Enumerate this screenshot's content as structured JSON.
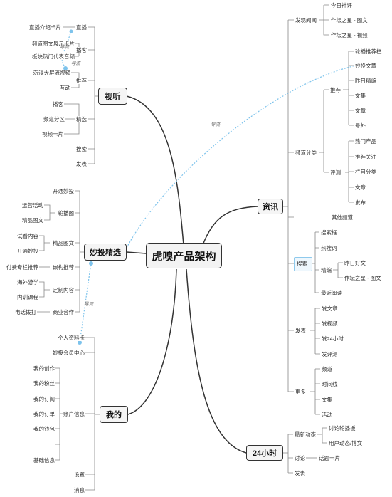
{
  "root": "虎嗅产品架构",
  "branches": {
    "shiting": {
      "title": "视听",
      "zhibo": "直播",
      "zhibo_children": [
        "直播介绍卡片"
      ],
      "boke": "播客",
      "boke_children": [
        "频道图文展示卡片",
        "板块热门代表音频"
      ],
      "tuijian": "推荐",
      "tuijian_children": [
        "沉浸大屏流视频",
        "互动"
      ],
      "jingxuan": "精选",
      "jingxuan_children": [
        "播客",
        "频道分区",
        "视频卡片"
      ],
      "sousuo": "搜索",
      "fabiao": "发表"
    },
    "miaotou": {
      "title": "妙投精选",
      "kaitong": "开通妙投",
      "lunbotu": "轮播图",
      "lunbotu_children": [
        "运营活动",
        "精品图文"
      ],
      "jingpin": "精品图文",
      "jingpin_children": [
        "试看内容",
        "开通妙投"
      ],
      "jiegou": "嵌构推荐",
      "jiegou_left": "付费专栏推荐",
      "dingzhi": "定制内容",
      "dingzhi_children": [
        "海外游学",
        "内训课程"
      ],
      "shangye": "商业合作",
      "shangye_left": "电话拨打"
    },
    "wode": {
      "title": "我的",
      "geren": "个人资料卡",
      "huiyuan": "妙投会员中心",
      "zhanghu": "账户信息",
      "zhanghu_children": [
        "我的创作",
        "我的粉丝",
        "我的订阅",
        "我的订单",
        "我的钱包",
        "...",
        "基础信息"
      ],
      "shezhi": "设置",
      "xiaoxi": "消息"
    },
    "zixun": {
      "title": "资讯",
      "faxian": "发现阅阅",
      "faxian_children": [
        "今日神评",
        "作坛之星 - 图文",
        "作坛之星 - 视频"
      ],
      "pindao": "频道分类",
      "tuijian": "推荐",
      "tuijian_children": [
        "轮播推荐栏",
        "妙投文章",
        "昨日精编",
        "文集",
        "文章",
        "号外"
      ],
      "pingce": "评测",
      "pingce_children": [
        "热门产品",
        "推荐关注",
        "栏目分类",
        "文章",
        "发布"
      ],
      "qita": "其他频道",
      "sousuo": "搜索",
      "sousuo_children": [
        "搜索框",
        "热搜词",
        "精编",
        "最近阅读"
      ],
      "jingbian_children": [
        "昨日好文",
        "作坛之星 - 图文"
      ],
      "fabiao": "发表",
      "fabiao_children": [
        "发文章",
        "发视频",
        "发24小时",
        "发评测"
      ],
      "gengduo": "更多",
      "gengduo_children": [
        "频道",
        "时间线",
        "文集",
        "活动"
      ]
    },
    "h24": {
      "title": "24小时",
      "zuixin": "最新动态",
      "zuixin_children": [
        "讨论轮播板",
        "用户动态/博文"
      ],
      "taolun": "讨论",
      "taolun_right": "话题卡片",
      "fabiao": "发表"
    }
  },
  "notes": {
    "n1": "导流",
    "n2": "导流",
    "n3": "导流",
    "n4": "导流"
  }
}
